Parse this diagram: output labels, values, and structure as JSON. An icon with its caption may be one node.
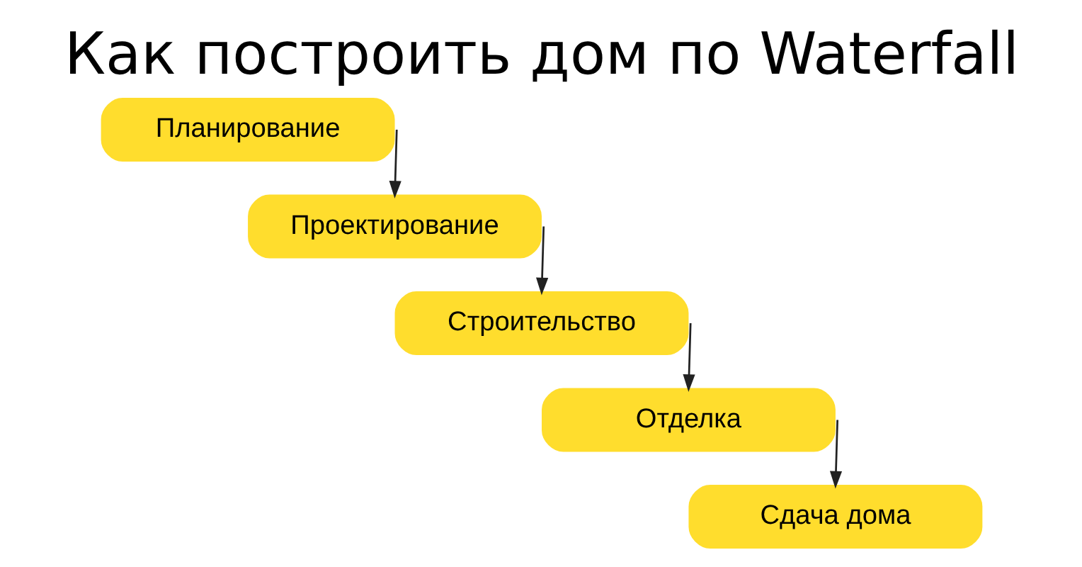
{
  "diagram": {
    "title": "Как построить дом по Waterfall",
    "nodes": [
      {
        "text": [
          "Планирование"
        ]
      },
      {
        "text": [
          "Проектирование"
        ]
      },
      {
        "text": [
          "Строительство"
        ]
      },
      {
        "text": [
          "Отделка"
        ]
      },
      {
        "text": [
          "Сдача дома"
        ]
      }
    ],
    "edges": [
      {
        "from": 0,
        "to": 1,
        "arrow": "to"
      },
      {
        "from": 1,
        "to": 2,
        "arrow": "to"
      },
      {
        "from": 2,
        "to": 3,
        "arrow": "to"
      },
      {
        "from": 3,
        "to": 4,
        "arrow": "to"
      }
    ]
  }
}
